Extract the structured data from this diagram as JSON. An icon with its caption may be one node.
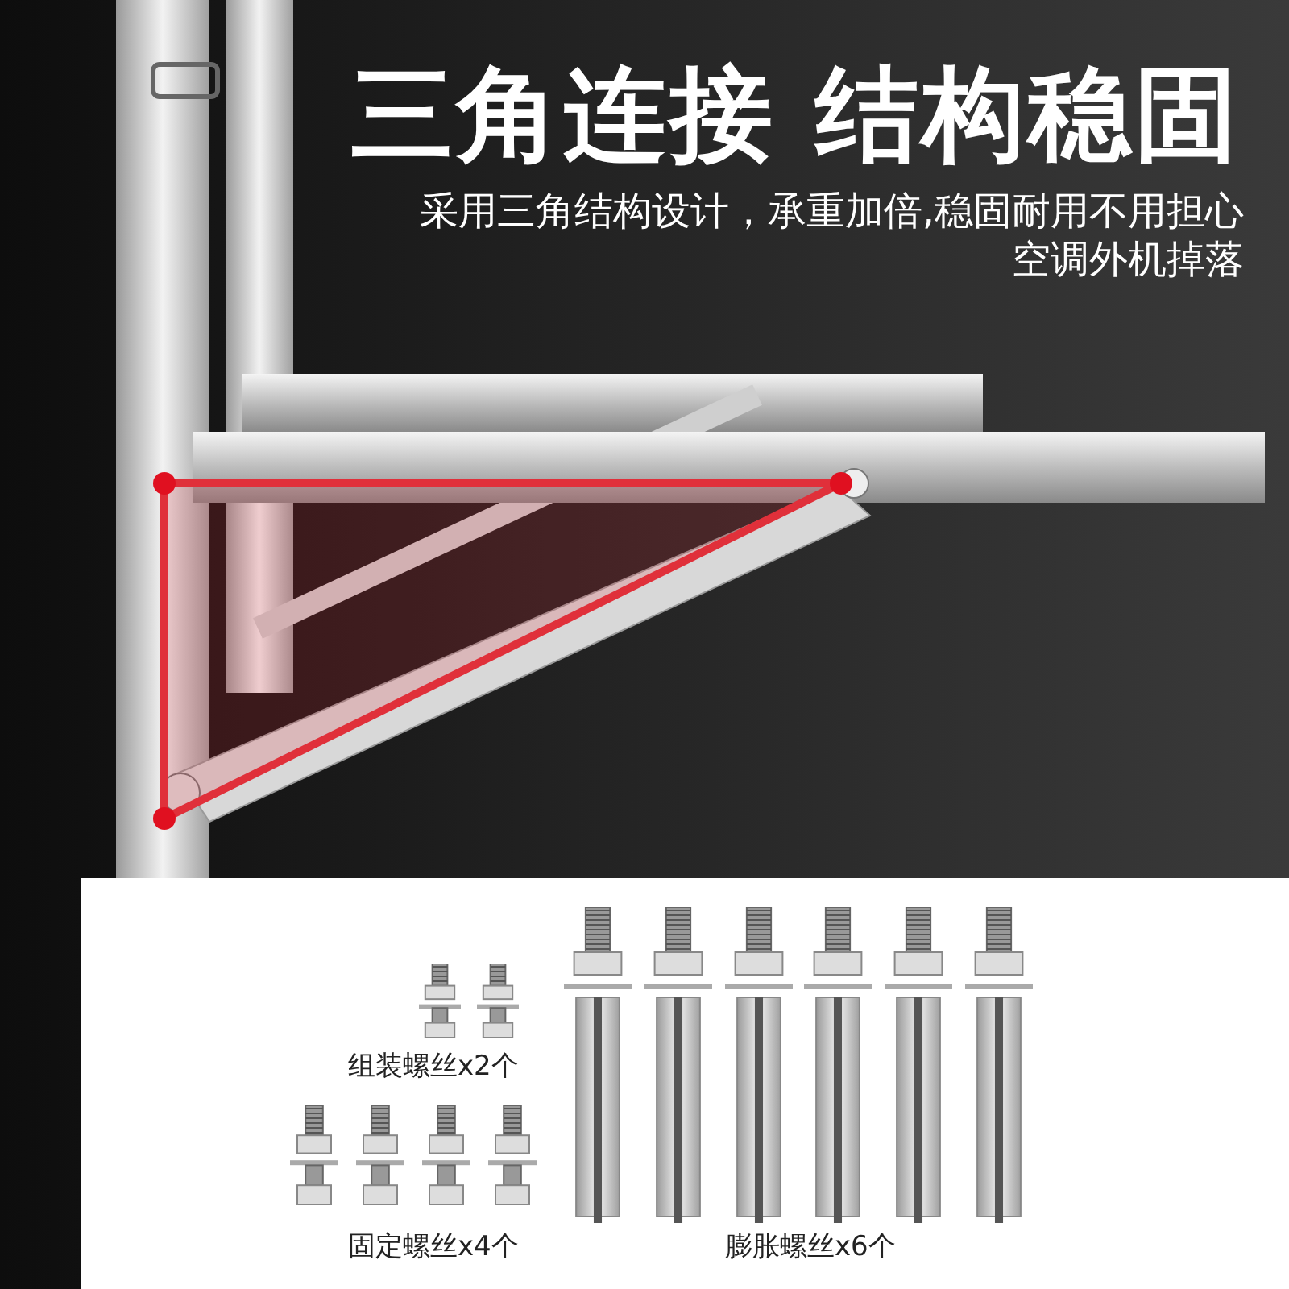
{
  "diagram": {
    "title": "三角连接 结构稳固",
    "labels": [
      "采用三角结构设计，承重加倍,稳固耐用不用担心空调外机掉落",
      "组装螺丝x2个",
      "固定螺丝x4个",
      "膨胀螺丝x6个"
    ]
  }
}
